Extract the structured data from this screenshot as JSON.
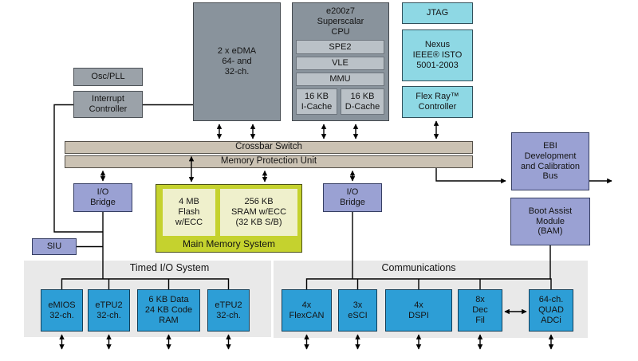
{
  "blocks": {
    "osc_pll": {
      "label": "Osc/PLL"
    },
    "interrupt_controller": {
      "label": "Interrupt\nController"
    },
    "edma": {
      "label": "2 x eDMA\n64- and\n32-ch."
    },
    "cpu": {
      "title": "e200z7\nSuperscalar\nCPU",
      "spe2": "SPE2",
      "vle": "VLE",
      "mmu": "MMU",
      "icache": "16 KB\nI-Cache",
      "dcache": "16 KB\nD-Cache"
    },
    "jtag": {
      "label": "JTAG"
    },
    "nexus": {
      "label": "Nexus\nIEEE® ISTO\n5001-2003"
    },
    "flexray": {
      "label": "Flex Ray™\nController"
    },
    "crossbar": {
      "label": "Crossbar Switch"
    },
    "mpu": {
      "label": "Memory Protection Unit"
    },
    "io_bridge_left": {
      "label": "I/O\nBridge"
    },
    "io_bridge_right": {
      "label": "I/O\nBridge"
    },
    "main_memory": {
      "caption": "Main Memory System",
      "flash": "4 MB\nFlash\nw/ECC",
      "sram": "256 KB\nSRAM w/ECC\n(32 KB S/B)"
    },
    "ebi": {
      "label": "EBI\nDevelopment\nand Calibration\nBus"
    },
    "bam": {
      "label": "Boot Assist\nModule\n(BAM)"
    },
    "siu": {
      "label": "SIU"
    }
  },
  "sections": {
    "timed_io": {
      "title": "Timed I/O System",
      "blocks": [
        "eMIOS\n32-ch.",
        "eTPU2\n32-ch.",
        "6 KB Data\n24 KB Code\nRAM",
        "eTPU2\n32-ch."
      ]
    },
    "communications": {
      "title": "Communications",
      "blocks": [
        "4x\nFlexCAN",
        "3x\neSCI",
        "4x\nDSPI",
        "8x\nDec\nFil",
        "64-ch.\nQUAD\nADCi"
      ]
    }
  },
  "colors": {
    "block_gray": "#9ba2a9",
    "block_dark_gray": "#89939c",
    "inner_light_gray": "#bac1c7",
    "cyan": "#8ed8e4",
    "bus_tan": "#cbc2b3",
    "lavender": "#9aa1d3",
    "memory_green": "#c5d22e",
    "memory_inner": "#eff0cc",
    "peripheral_blue": "#2d9ed6",
    "section_gray": "#e9e9e9",
    "line": "#000000",
    "background": "#ffffff"
  }
}
